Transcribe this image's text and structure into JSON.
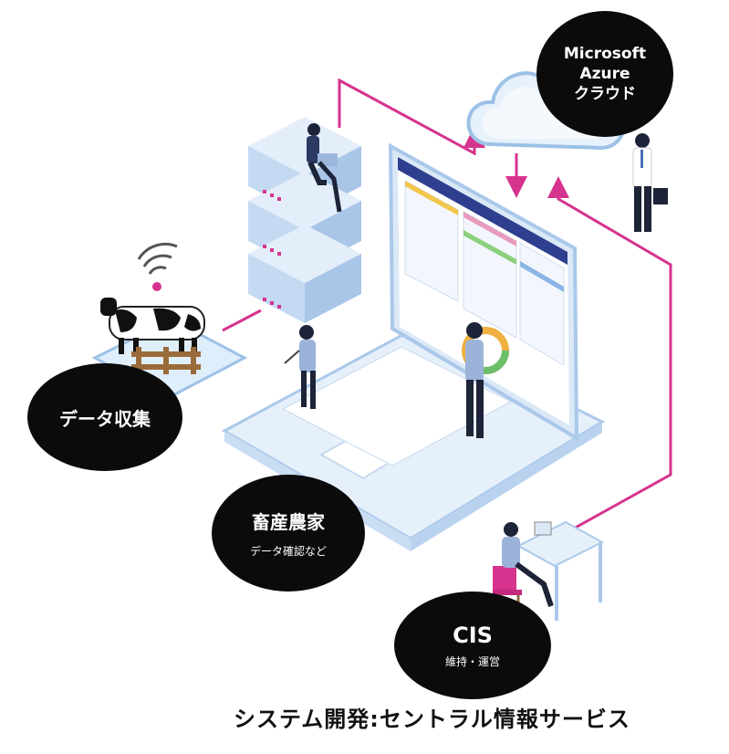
{
  "labels": {
    "azure_line1": "Microsoft",
    "azure_line2": "Azure",
    "azure_line3": "クラウド",
    "data_collection": "データ収集",
    "farm_title": "畜産農家",
    "farm_sub": "データ確認など",
    "cis_title": "CIS",
    "cis_sub": "維持・運営"
  },
  "caption": "システム開発:セントラル情報サービス",
  "colors": {
    "connector": "#d6338e",
    "cloud": "#cfe3f5",
    "laptop": "#dbe9f7",
    "screen_header": "#2f3f8f",
    "bubble": "#0b0b0b"
  }
}
